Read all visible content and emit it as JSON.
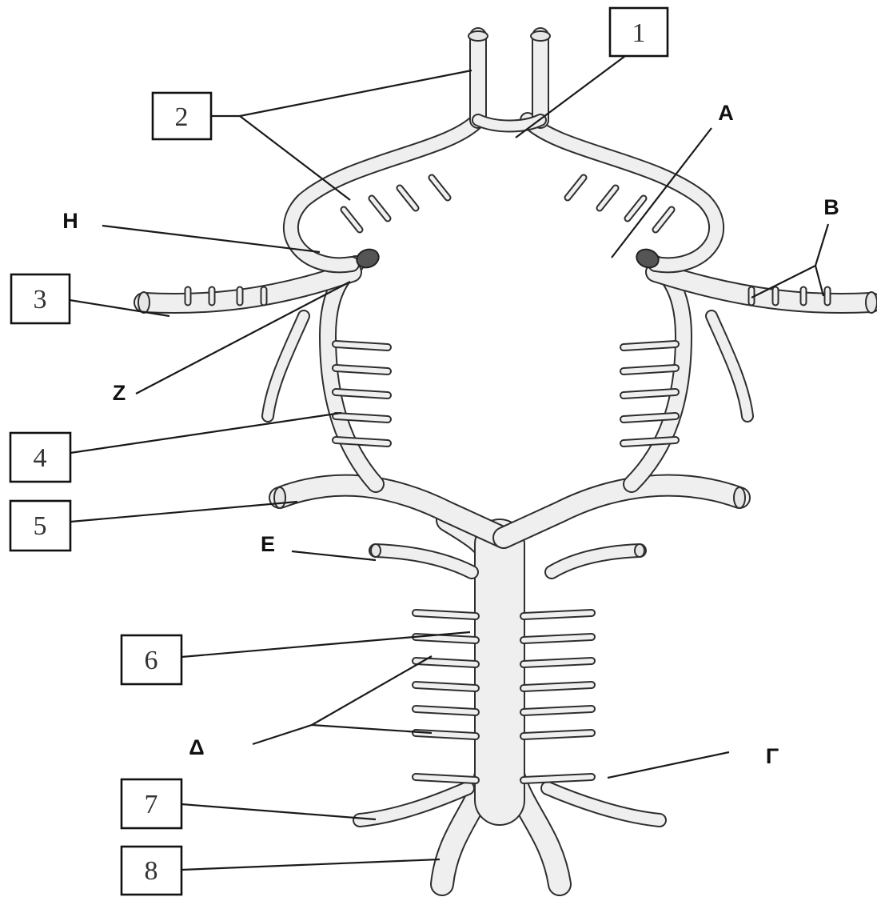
{
  "numbered_labels": [
    {
      "id": "1",
      "text": "1"
    },
    {
      "id": "2",
      "text": "2"
    },
    {
      "id": "3",
      "text": "3"
    },
    {
      "id": "4",
      "text": "4"
    },
    {
      "id": "5",
      "text": "5"
    },
    {
      "id": "6",
      "text": "6"
    },
    {
      "id": "7",
      "text": "7"
    },
    {
      "id": "8",
      "text": "8"
    }
  ],
  "letter_labels": [
    {
      "id": "A",
      "text": "A"
    },
    {
      "id": "B",
      "text": "B"
    },
    {
      "id": "Gamma",
      "text": "Γ"
    },
    {
      "id": "Delta",
      "text": "Δ"
    },
    {
      "id": "E",
      "text": "E"
    },
    {
      "id": "Z",
      "text": "Z"
    },
    {
      "id": "H",
      "text": "H"
    }
  ]
}
